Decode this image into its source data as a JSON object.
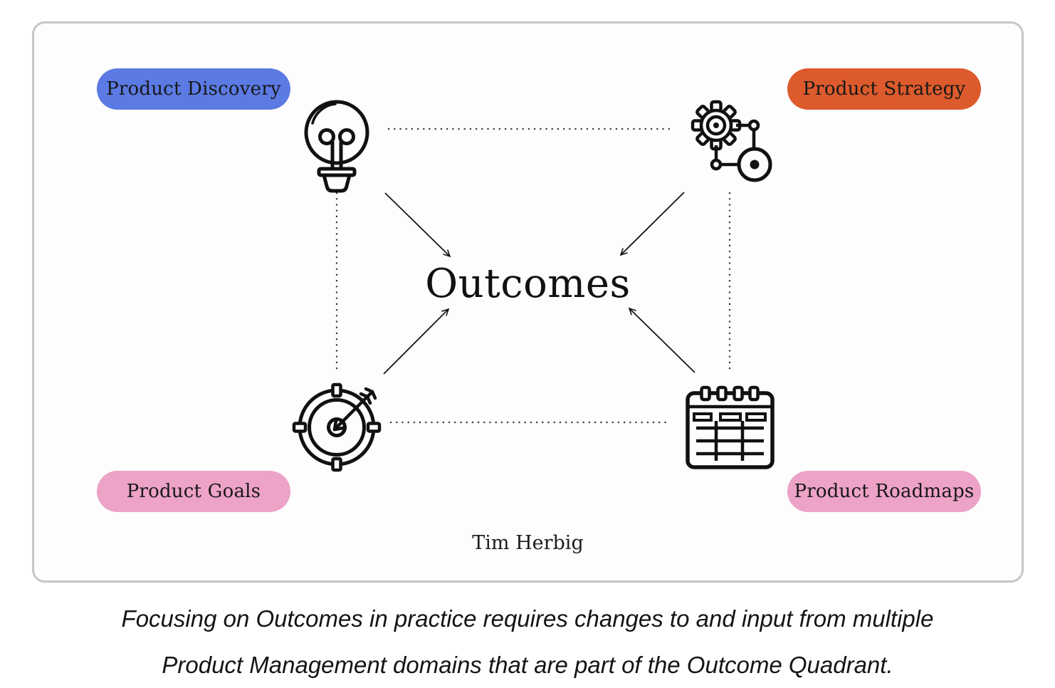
{
  "diagram": {
    "center_label": "Outcomes",
    "author": "Tim Herbig",
    "quadrants": [
      {
        "id": "discovery",
        "label": "Product Discovery",
        "color": "#5b7ae3",
        "icon": "lightbulb-icon",
        "position": "top-left"
      },
      {
        "id": "strategy",
        "label": "Product Strategy",
        "color": "#dc5a2b",
        "icon": "gear-network-icon",
        "position": "top-right"
      },
      {
        "id": "goals",
        "label": "Product Goals",
        "color": "#eda2c7",
        "icon": "target-arrow-icon",
        "position": "bottom-left"
      },
      {
        "id": "roadmaps",
        "label": "Product Roadmaps",
        "color": "#eda2c7",
        "icon": "roadmap-table-icon",
        "position": "bottom-right"
      }
    ],
    "connections": {
      "dotted": [
        "discovery-strategy",
        "goals-roadmaps",
        "discovery-goals",
        "strategy-roadmaps"
      ],
      "arrows_to_center": [
        "discovery",
        "strategy",
        "goals",
        "roadmaps"
      ]
    }
  },
  "caption": {
    "line1": "Focusing on Outcomes in practice requires changes to and input from multiple",
    "line2": "Product Management domains that are part of the Outcome Quadrant."
  },
  "colors": {
    "card_background": "#fdfdfd",
    "card_border": "#c9c5c5",
    "ink": "#151515",
    "discovery_pill": "#5b7ae3",
    "strategy_pill": "#dc5a2b",
    "goals_pill": "#eda2c7",
    "roadmaps_pill": "#eda2c7"
  }
}
